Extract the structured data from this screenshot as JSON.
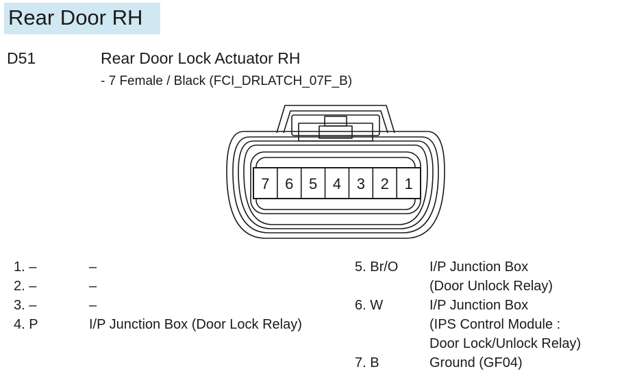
{
  "section": {
    "title": "Rear Door RH"
  },
  "connector": {
    "code": "D51",
    "name": "Rear Door Lock Actuator RH",
    "spec": "- 7 Female / Black (FCI_DRLATCH_07F_B)"
  },
  "pin_labels": [
    "7",
    "6",
    "5",
    "4",
    "3",
    "2",
    "1"
  ],
  "pins_left": [
    {
      "num": "1. –",
      "desc": "–"
    },
    {
      "num": "2. –",
      "desc": "–"
    },
    {
      "num": "3. –",
      "desc": "–"
    },
    {
      "num": "4. P",
      "desc": "I/P Junction Box (Door Lock Relay)"
    }
  ],
  "pins_right": [
    {
      "num": "5. Br/O",
      "desc": "I/P Junction Box"
    },
    {
      "num": "",
      "desc": "(Door Unlock Relay)"
    },
    {
      "num": "6. W",
      "desc": "I/P Junction Box"
    },
    {
      "num": "",
      "desc": "(IPS Control Module :"
    },
    {
      "num": "",
      "desc": "Door Lock/Unlock Relay)"
    },
    {
      "num": "7. B",
      "desc": "Ground (GF04)"
    }
  ]
}
